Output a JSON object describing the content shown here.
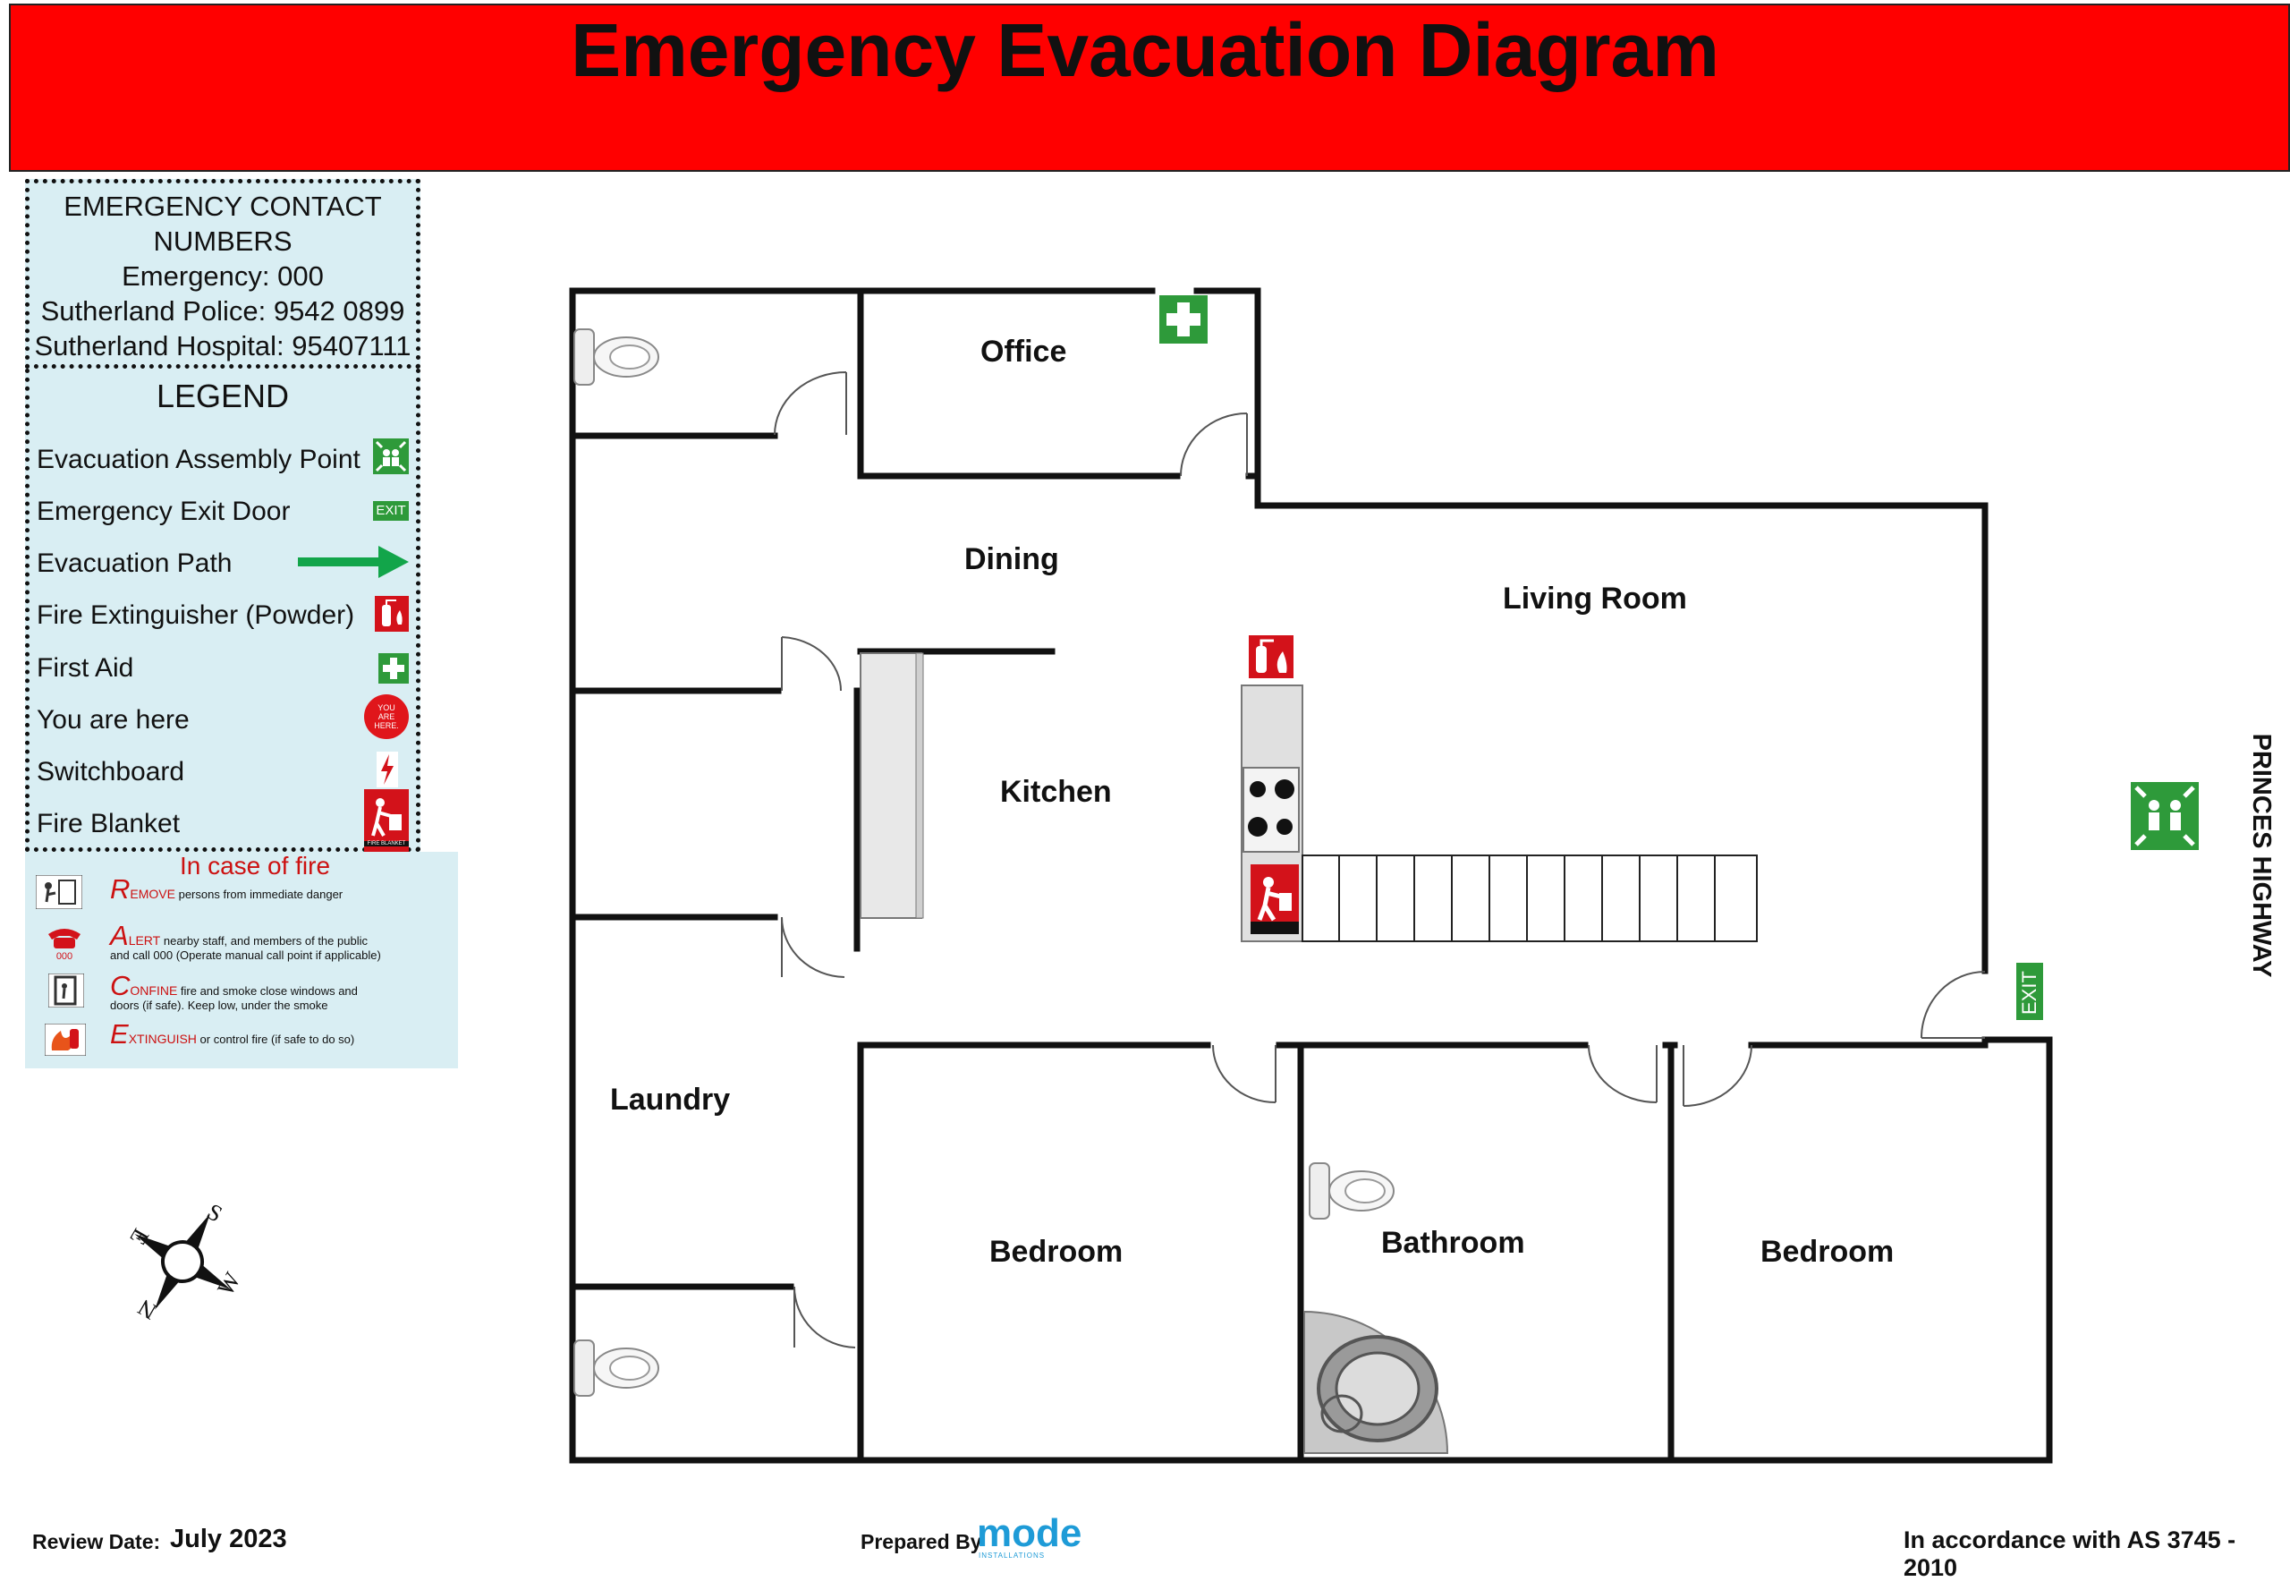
{
  "title": "Emergency Evacuation Diagram",
  "contacts": {
    "line1": "EMERGENCY CONTACT",
    "line2": "NUMBERS",
    "line3": "Emergency: 000",
    "line4": "Sutherland Police: 9542 0899",
    "line5": "Sutherland Hospital: 95407111"
  },
  "legend": {
    "heading": "LEGEND",
    "items": [
      {
        "label": "Evacuation Assembly Point",
        "icon": "assembly-point-icon"
      },
      {
        "label": "Emergency Exit Door",
        "icon": "exit-sign-icon"
      },
      {
        "label": "Evacuation Path",
        "icon": "green-arrow-icon"
      },
      {
        "label": "Fire Extinguisher (Powder)",
        "icon": "fire-extinguisher-icon"
      },
      {
        "label": "First Aid",
        "icon": "first-aid-icon"
      },
      {
        "label": "You are here",
        "icon": "you-are-here-icon"
      },
      {
        "label": "Switchboard",
        "icon": "switchboard-icon"
      },
      {
        "label": "Fire Blanket",
        "icon": "fire-blanket-icon"
      }
    ],
    "exit_text": "EXIT",
    "you_are_here_text": "YOU ARE HERE.",
    "fire_blanket_text": "FIRE BLANKET"
  },
  "race": {
    "heading": "In case of fire",
    "items": [
      {
        "letter": "R",
        "cap": "EMOVE",
        "text": "persons from immediate danger",
        "text2": ""
      },
      {
        "letter": "A",
        "cap": "LERT",
        "text": "nearby staff, and members of the public",
        "text2": "and call 000 (Operate manual call point if applicable)"
      },
      {
        "letter": "C",
        "cap": "ONFINE",
        "text": "fire and smoke close windows and",
        "text2": "doors (if safe). Keep low, under the smoke"
      },
      {
        "letter": "E",
        "cap": "XTINGUISH",
        "text": "or control fire (if safe to do so)",
        "text2": ""
      }
    ],
    "phone_text": "000"
  },
  "rooms": {
    "office": "Office",
    "dining": "Dining",
    "living": "Living Room",
    "kitchen": "Kitchen",
    "laundry": "Laundry",
    "bedroom1": "Bedroom",
    "bathroom": "Bathroom",
    "bedroom2": "Bedroom"
  },
  "street": "PRINCES HIGHWAY",
  "compass": {
    "n": "N",
    "s": "S",
    "e": "E",
    "w": "W"
  },
  "footer": {
    "review_label": "Review Date:",
    "review_date": "July 2023",
    "prepared_by": "Prepared By",
    "brand": "mode",
    "brand_sub": "INSTALLATIONS",
    "standard": "In accordance with AS 3745 - 2010"
  },
  "colors": {
    "header": "#ff0000",
    "panel": "#d9eef3",
    "safety_green": "#2e9a3a",
    "fire_red": "#d3121a",
    "brand": "#1e9bd7"
  }
}
